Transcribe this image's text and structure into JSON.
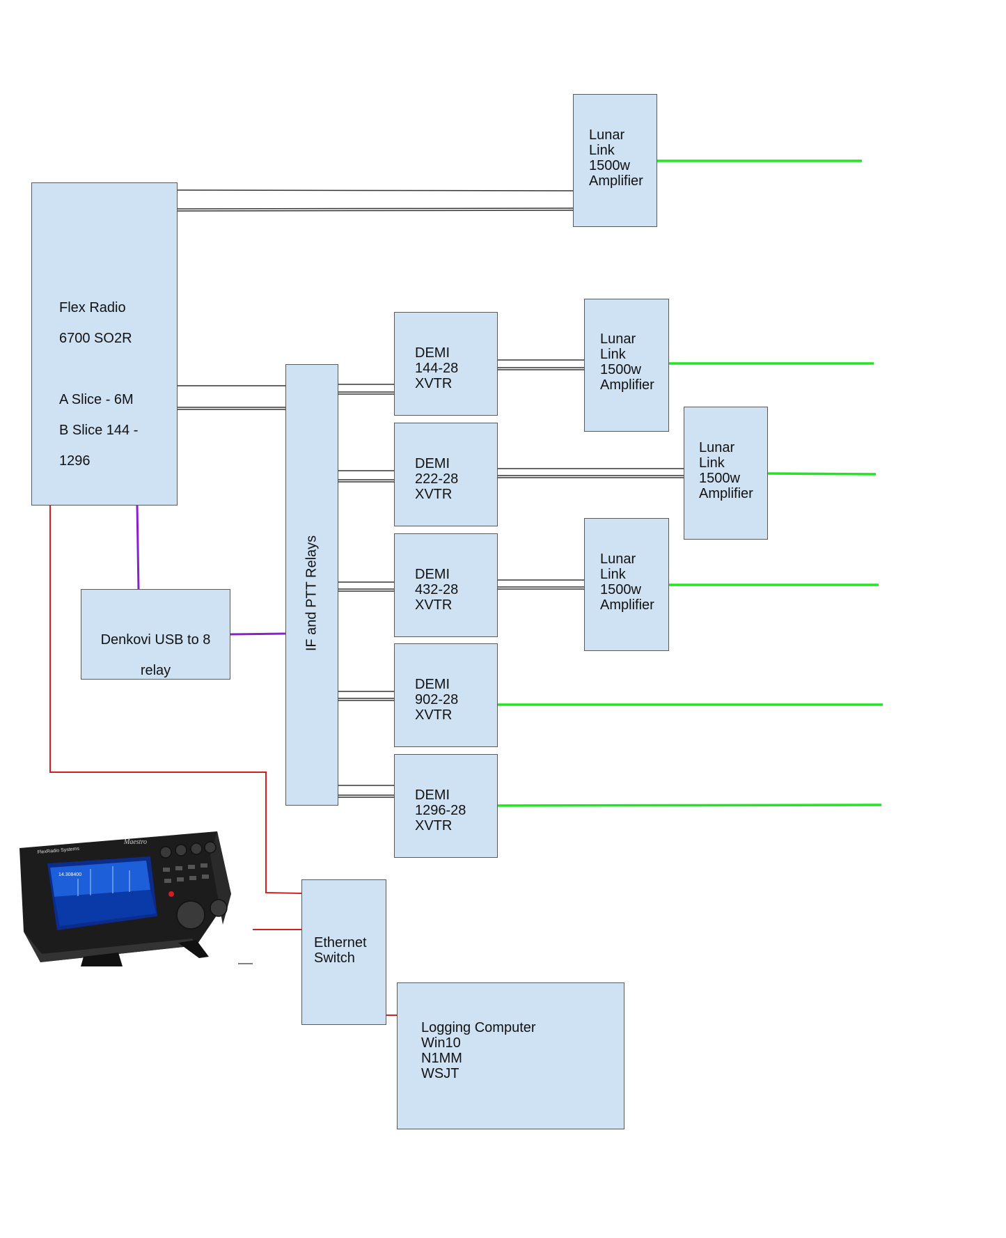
{
  "flex_radio": {
    "line1": "Flex Radio",
    "line2": "6700 SO2R",
    "line3": "A Slice - 6M",
    "line4": "B Slice 144 -",
    "line5": "1296"
  },
  "relay_box": {
    "label": "IF and PTT Relays"
  },
  "denkovi": {
    "line1": "Denkovi USB to 8",
    "line2": "relay"
  },
  "amplifier_label": "Lunar\nLink\n1500w\nAmplifier",
  "transverters": [
    {
      "label": "DEMI\n144-28\nXVTR"
    },
    {
      "label": "DEMI\n222-28\nXVTR"
    },
    {
      "label": "DEMI\n432-28\nXVTR"
    },
    {
      "label": "DEMI\n902-28\nXVTR"
    },
    {
      "label": "DEMI\n1296-28\nXVTR"
    }
  ],
  "ethernet_switch": {
    "label": "Ethernet\nSwitch"
  },
  "logging_computer": {
    "label": "Logging Computer\nWin10\nN1MM\nWSJT"
  },
  "maestro_image": {
    "icon": "flexradio-maestro-console",
    "brand": "FlexRadio Systems",
    "model": "Maestro",
    "freq": "14.308400"
  },
  "colors": {
    "box_fill": "#cfe2f3",
    "box_border": "#595959",
    "antenna_line": "#22e522",
    "ethernet_line": "#d22020",
    "usb_line": "#8a1fd1",
    "if_line": "#333333"
  }
}
